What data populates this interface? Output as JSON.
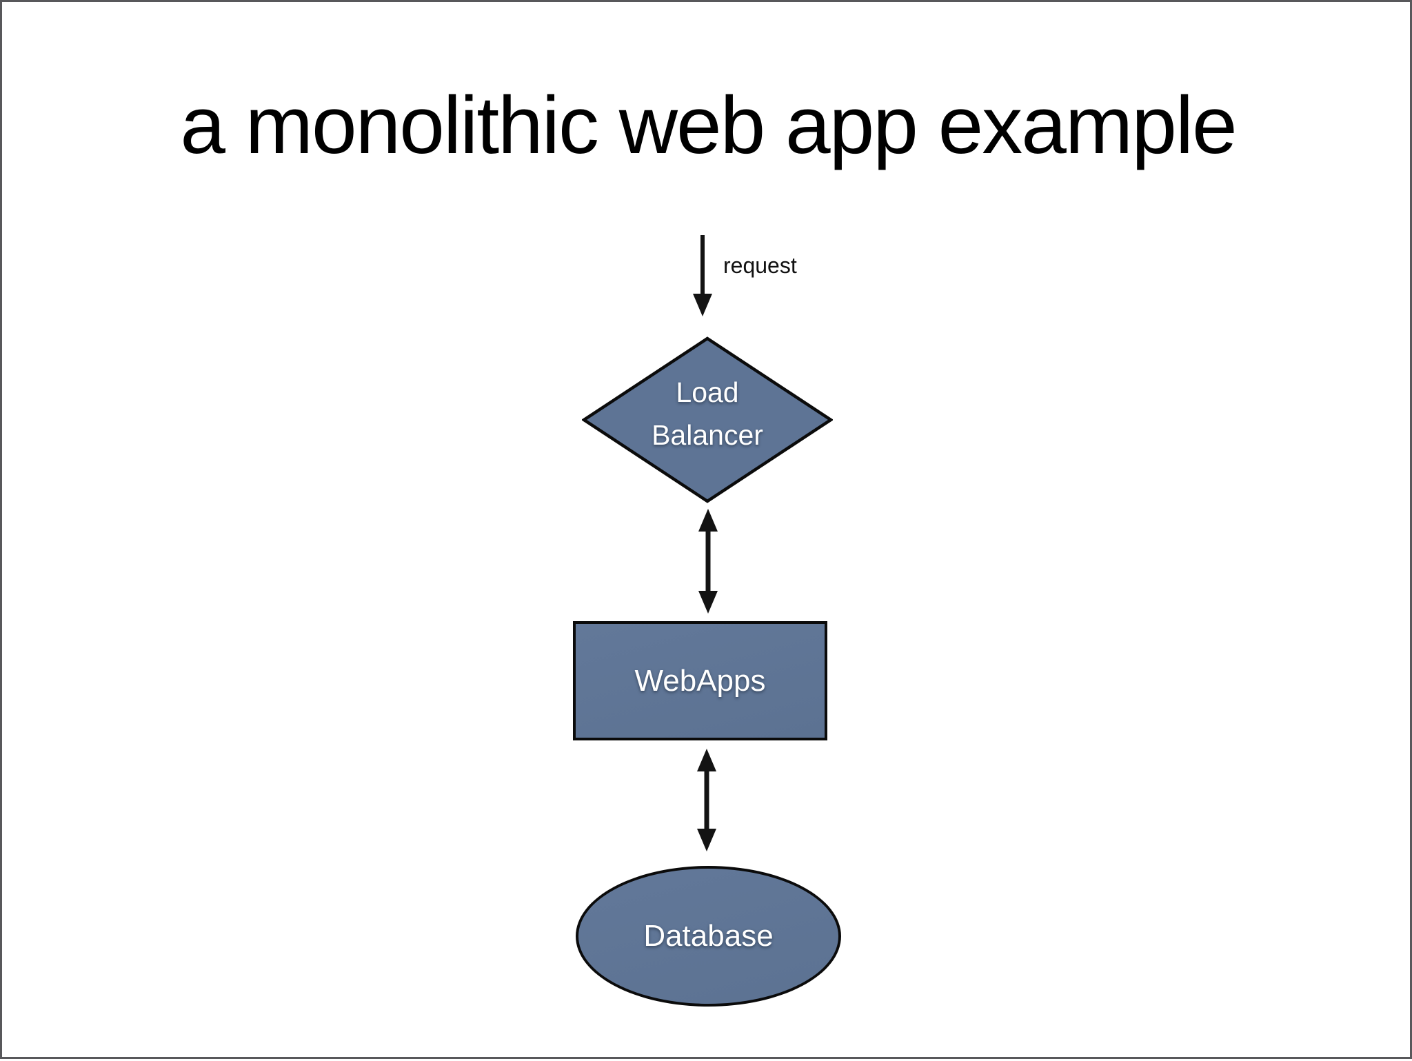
{
  "slide": {
    "title": "a monolithic web app example"
  },
  "diagram": {
    "request_arrow": {
      "label": "request",
      "direction": "down"
    },
    "nodes": [
      {
        "id": "load-balancer",
        "shape": "diamond",
        "label": "Load Balancer"
      },
      {
        "id": "webapps",
        "shape": "rectangle",
        "label": "WebApps"
      },
      {
        "id": "database",
        "shape": "ellipse",
        "label": "Database"
      }
    ],
    "connections": [
      {
        "from": "external",
        "to": "load-balancer",
        "type": "single-arrow",
        "label": "request"
      },
      {
        "from": "load-balancer",
        "to": "webapps",
        "type": "double-arrow"
      },
      {
        "from": "webapps",
        "to": "database",
        "type": "double-arrow"
      }
    ],
    "colors": {
      "node_fill": "#5e7495",
      "node_stroke": "#0b0b0b",
      "node_text": "#ffffff",
      "arrow": "#131313",
      "title_text": "#000000",
      "slide_border": "#58585b",
      "background": "#ffffff"
    }
  }
}
